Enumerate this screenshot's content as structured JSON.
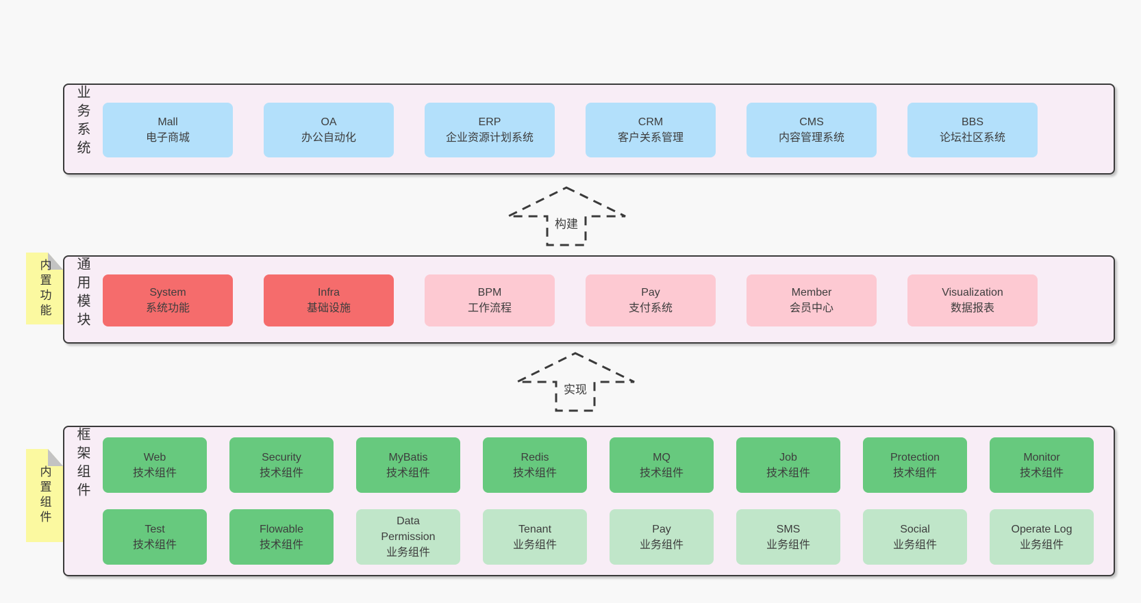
{
  "colors": {
    "page_bg": "#f8f8f8",
    "panel_bg": "#f8edf6",
    "panel_border": "#3a3a3a",
    "blue": "#b3e0fb",
    "red": "#f56c6c",
    "pink": "#fdc9d2",
    "green": "#67c97e",
    "light_green": "#c0e6c9",
    "sticky_yellow": "#fbf9a0",
    "sticky_fold": "#c3c3c3",
    "text": "#3d3d3d"
  },
  "layers": {
    "business": {
      "label": "业务系统",
      "boxes": [
        {
          "name": "Mall",
          "subtitle": "电子商城",
          "color": "blue"
        },
        {
          "name": "OA",
          "subtitle": "办公自动化",
          "color": "blue"
        },
        {
          "name": "ERP",
          "subtitle": "企业资源计划系统",
          "color": "blue"
        },
        {
          "name": "CRM",
          "subtitle": "客户关系管理",
          "color": "blue"
        },
        {
          "name": "CMS",
          "subtitle": "内容管理系统",
          "color": "blue"
        },
        {
          "name": "BBS",
          "subtitle": "论坛社区系统",
          "color": "blue"
        }
      ]
    },
    "common": {
      "label": "通用模块",
      "sticky_note": "内置功能",
      "boxes": [
        {
          "name": "System",
          "subtitle": "系统功能",
          "color": "red"
        },
        {
          "name": "Infra",
          "subtitle": "基础设施",
          "color": "red"
        },
        {
          "name": "BPM",
          "subtitle": "工作流程",
          "color": "pink"
        },
        {
          "name": "Pay",
          "subtitle": "支付系统",
          "color": "pink"
        },
        {
          "name": "Member",
          "subtitle": "会员中心",
          "color": "pink"
        },
        {
          "name": "Visualization",
          "subtitle": "数据报表",
          "color": "pink"
        }
      ]
    },
    "framework": {
      "label": "框架组件",
      "sticky_note": "内置组件",
      "rows": [
        [
          {
            "name": "Web",
            "subtitle": "技术组件",
            "color": "green"
          },
          {
            "name": "Security",
            "subtitle": "技术组件",
            "color": "green"
          },
          {
            "name": "MyBatis",
            "subtitle": "技术组件",
            "color": "green"
          },
          {
            "name": "Redis",
            "subtitle": "技术组件",
            "color": "green"
          },
          {
            "name": "MQ",
            "subtitle": "技术组件",
            "color": "green"
          },
          {
            "name": "Job",
            "subtitle": "技术组件",
            "color": "green"
          },
          {
            "name": "Protection",
            "subtitle": "技术组件",
            "color": "green"
          },
          {
            "name": "Monitor",
            "subtitle": "技术组件",
            "color": "green"
          }
        ],
        [
          {
            "name": "Test",
            "subtitle": "技术组件",
            "color": "green"
          },
          {
            "name": "Flowable",
            "subtitle": "技术组件",
            "color": "green"
          },
          {
            "name": "Data\nPermission",
            "subtitle": "业务组件",
            "color": "light_green"
          },
          {
            "name": "Tenant",
            "subtitle": "业务组件",
            "color": "light_green"
          },
          {
            "name": "Pay",
            "subtitle": "业务组件",
            "color": "light_green"
          },
          {
            "name": "SMS",
            "subtitle": "业务组件",
            "color": "light_green"
          },
          {
            "name": "Social",
            "subtitle": "业务组件",
            "color": "light_green"
          },
          {
            "name": "Operate Log",
            "subtitle": "业务组件",
            "color": "light_green"
          }
        ]
      ]
    }
  },
  "arrows": [
    {
      "label": "构建"
    },
    {
      "label": "实现"
    }
  ]
}
